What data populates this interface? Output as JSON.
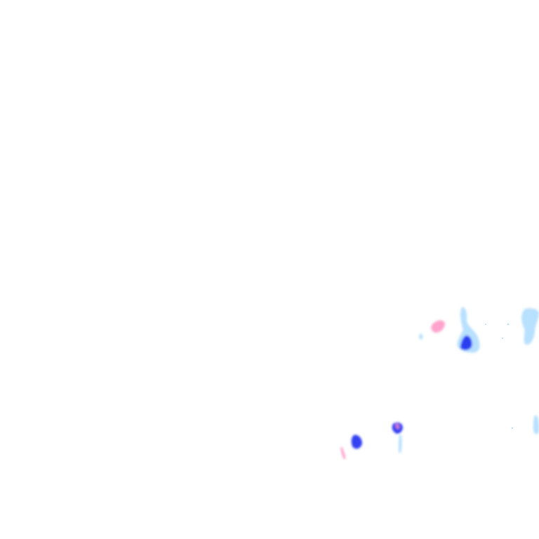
{
  "map": {
    "type": "precipitation-radar-overlay",
    "background": "#ffffff",
    "intensity_colors": {
      "light": "#a6d8ff",
      "moderate": "#1e2cf0",
      "mixed": "#ff8cc0"
    },
    "echo_cells": [
      {
        "id": "cell-a",
        "intensity": "light"
      },
      {
        "id": "cell-a-core",
        "intensity": "moderate"
      },
      {
        "id": "cell-b",
        "intensity": "mixed"
      },
      {
        "id": "cell-c",
        "intensity": "light"
      },
      {
        "id": "cell-d",
        "intensity": "light"
      },
      {
        "id": "cell-e",
        "intensity": "moderate"
      },
      {
        "id": "cell-e-mix",
        "intensity": "mixed"
      },
      {
        "id": "cell-f",
        "intensity": "moderate"
      },
      {
        "id": "cell-g",
        "intensity": "mixed"
      },
      {
        "id": "cell-h",
        "intensity": "light"
      },
      {
        "id": "cell-i",
        "intensity": "light"
      }
    ]
  }
}
